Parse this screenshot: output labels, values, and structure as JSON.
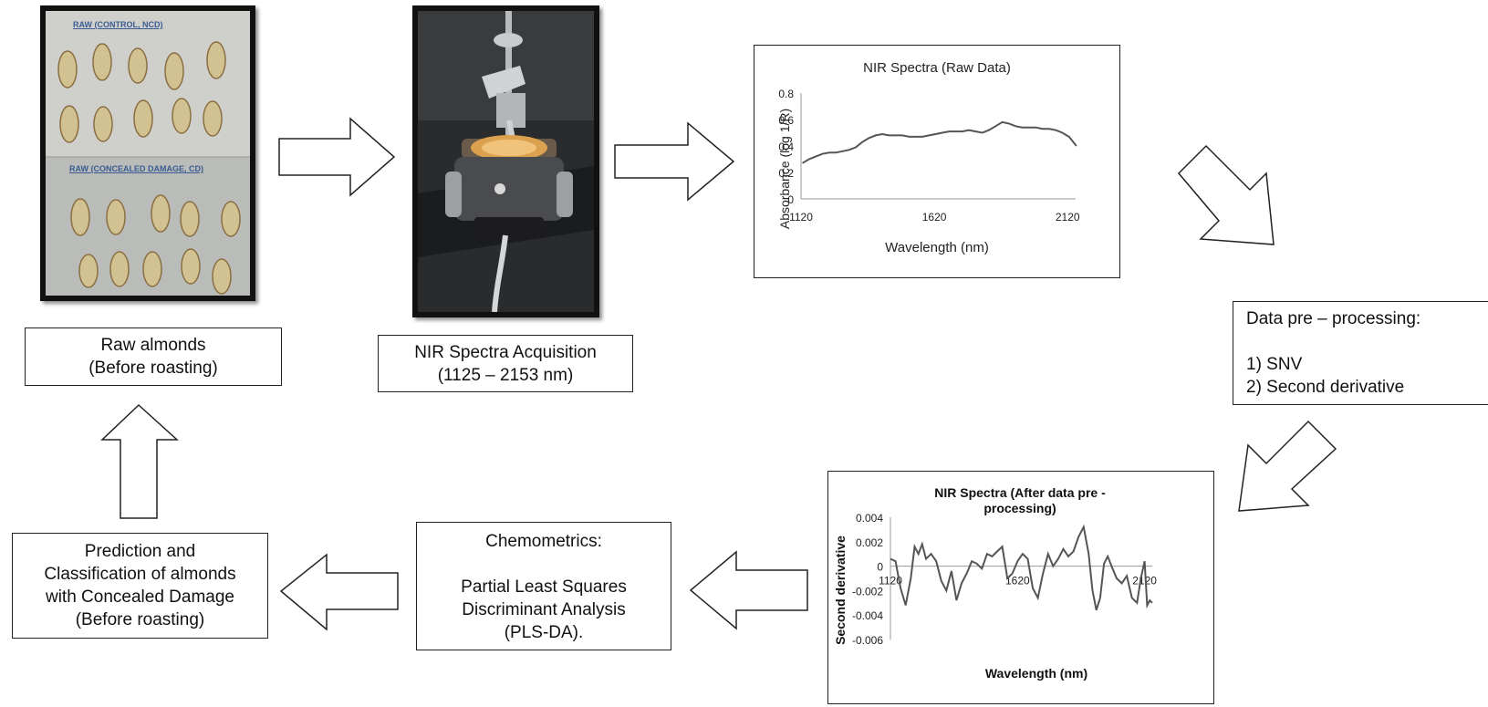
{
  "photos": {
    "almonds": {
      "label_control": "RAW (CONTROL, NCD)",
      "label_damage": "RAW (CONCEALED DAMAGE, CD)"
    }
  },
  "boxes": {
    "raw_almonds": [
      "Raw almonds",
      "(Before roasting)"
    ],
    "acquisition": [
      "NIR Spectra Acquisition",
      "(1125 – 2153 nm)"
    ],
    "preprocessing": {
      "title": "Data pre – processing:",
      "steps": [
        "1) SNV",
        "2) Second derivative"
      ]
    },
    "chemometrics": {
      "title": "Chemometrics:",
      "lines": [
        "Partial Least Squares",
        "Discriminant Analysis",
        "(PLS-DA)."
      ]
    },
    "prediction": [
      "Prediction and",
      "Classification of almonds",
      "with Concealed Damage",
      "(Before roasting)"
    ]
  },
  "chart_data": [
    {
      "type": "line",
      "title": "NIR Spectra (Raw Data)",
      "xlabel": "Wavelength (nm)",
      "ylabel": "Absorbance (log 1/R)",
      "xlim": [
        1120,
        2150
      ],
      "ylim": [
        0,
        0.8
      ],
      "xticks": [
        "1120",
        "1620",
        "2120"
      ],
      "yticks": [
        "0",
        "0.2",
        "0.4",
        "0.6",
        "0.8"
      ],
      "color": "#555555",
      "x": [
        1125,
        1150,
        1175,
        1200,
        1225,
        1250,
        1275,
        1300,
        1325,
        1350,
        1375,
        1400,
        1425,
        1450,
        1475,
        1500,
        1525,
        1550,
        1575,
        1600,
        1625,
        1650,
        1675,
        1700,
        1725,
        1750,
        1775,
        1800,
        1825,
        1850,
        1875,
        1900,
        1925,
        1950,
        1975,
        2000,
        2025,
        2050,
        2075,
        2100,
        2125,
        2153
      ],
      "y": [
        0.27,
        0.3,
        0.32,
        0.34,
        0.35,
        0.35,
        0.36,
        0.37,
        0.39,
        0.43,
        0.46,
        0.48,
        0.49,
        0.48,
        0.48,
        0.48,
        0.47,
        0.47,
        0.47,
        0.48,
        0.49,
        0.5,
        0.51,
        0.51,
        0.51,
        0.52,
        0.51,
        0.5,
        0.52,
        0.55,
        0.58,
        0.57,
        0.55,
        0.54,
        0.54,
        0.54,
        0.53,
        0.53,
        0.52,
        0.5,
        0.47,
        0.4
      ]
    },
    {
      "type": "line",
      "title": "NIR Spectra (After data pre - processing)",
      "xlabel": "Wavelength (nm)",
      "ylabel": "Second derivative",
      "xlim": [
        1120,
        2150
      ],
      "ylim": [
        -0.006,
        0.004
      ],
      "xticks": [
        "1120",
        "1620",
        "2120"
      ],
      "yticks": [
        "0.004",
        "0.002",
        "0",
        "-0.002",
        "-0.004",
        "-0.006"
      ],
      "color": "#555555",
      "x": [
        1120,
        1140,
        1160,
        1180,
        1200,
        1215,
        1230,
        1245,
        1260,
        1280,
        1300,
        1320,
        1340,
        1360,
        1380,
        1400,
        1420,
        1440,
        1460,
        1480,
        1500,
        1520,
        1540,
        1560,
        1580,
        1600,
        1620,
        1640,
        1660,
        1680,
        1700,
        1720,
        1740,
        1760,
        1780,
        1800,
        1820,
        1840,
        1860,
        1880,
        1900,
        1915,
        1930,
        1945,
        1960,
        1975,
        1990,
        2010,
        2030,
        2050,
        2070,
        2090,
        2105,
        2120,
        2130,
        2140,
        2150
      ],
      "y": [
        0.0006,
        0.0004,
        -0.0018,
        -0.0032,
        -0.001,
        0.0016,
        0.001,
        0.0018,
        0.0006,
        0.001,
        0.0004,
        -0.0012,
        -0.002,
        -0.0004,
        -0.0028,
        -0.0014,
        -0.0006,
        0.0004,
        0.0002,
        -0.0002,
        0.001,
        0.0008,
        0.0012,
        0.0016,
        -0.001,
        -0.0006,
        0.0004,
        0.001,
        0.0006,
        -0.0018,
        -0.0026,
        -0.0006,
        0.001,
        0.0,
        0.0006,
        0.0014,
        0.0008,
        0.0012,
        0.0024,
        0.0032,
        0.001,
        -0.002,
        -0.0036,
        -0.0026,
        0.0002,
        0.0008,
        0.0,
        -0.001,
        -0.0014,
        -0.0008,
        -0.0026,
        -0.003,
        -0.001,
        0.0004,
        -0.0032,
        -0.0028,
        -0.003
      ]
    }
  ]
}
